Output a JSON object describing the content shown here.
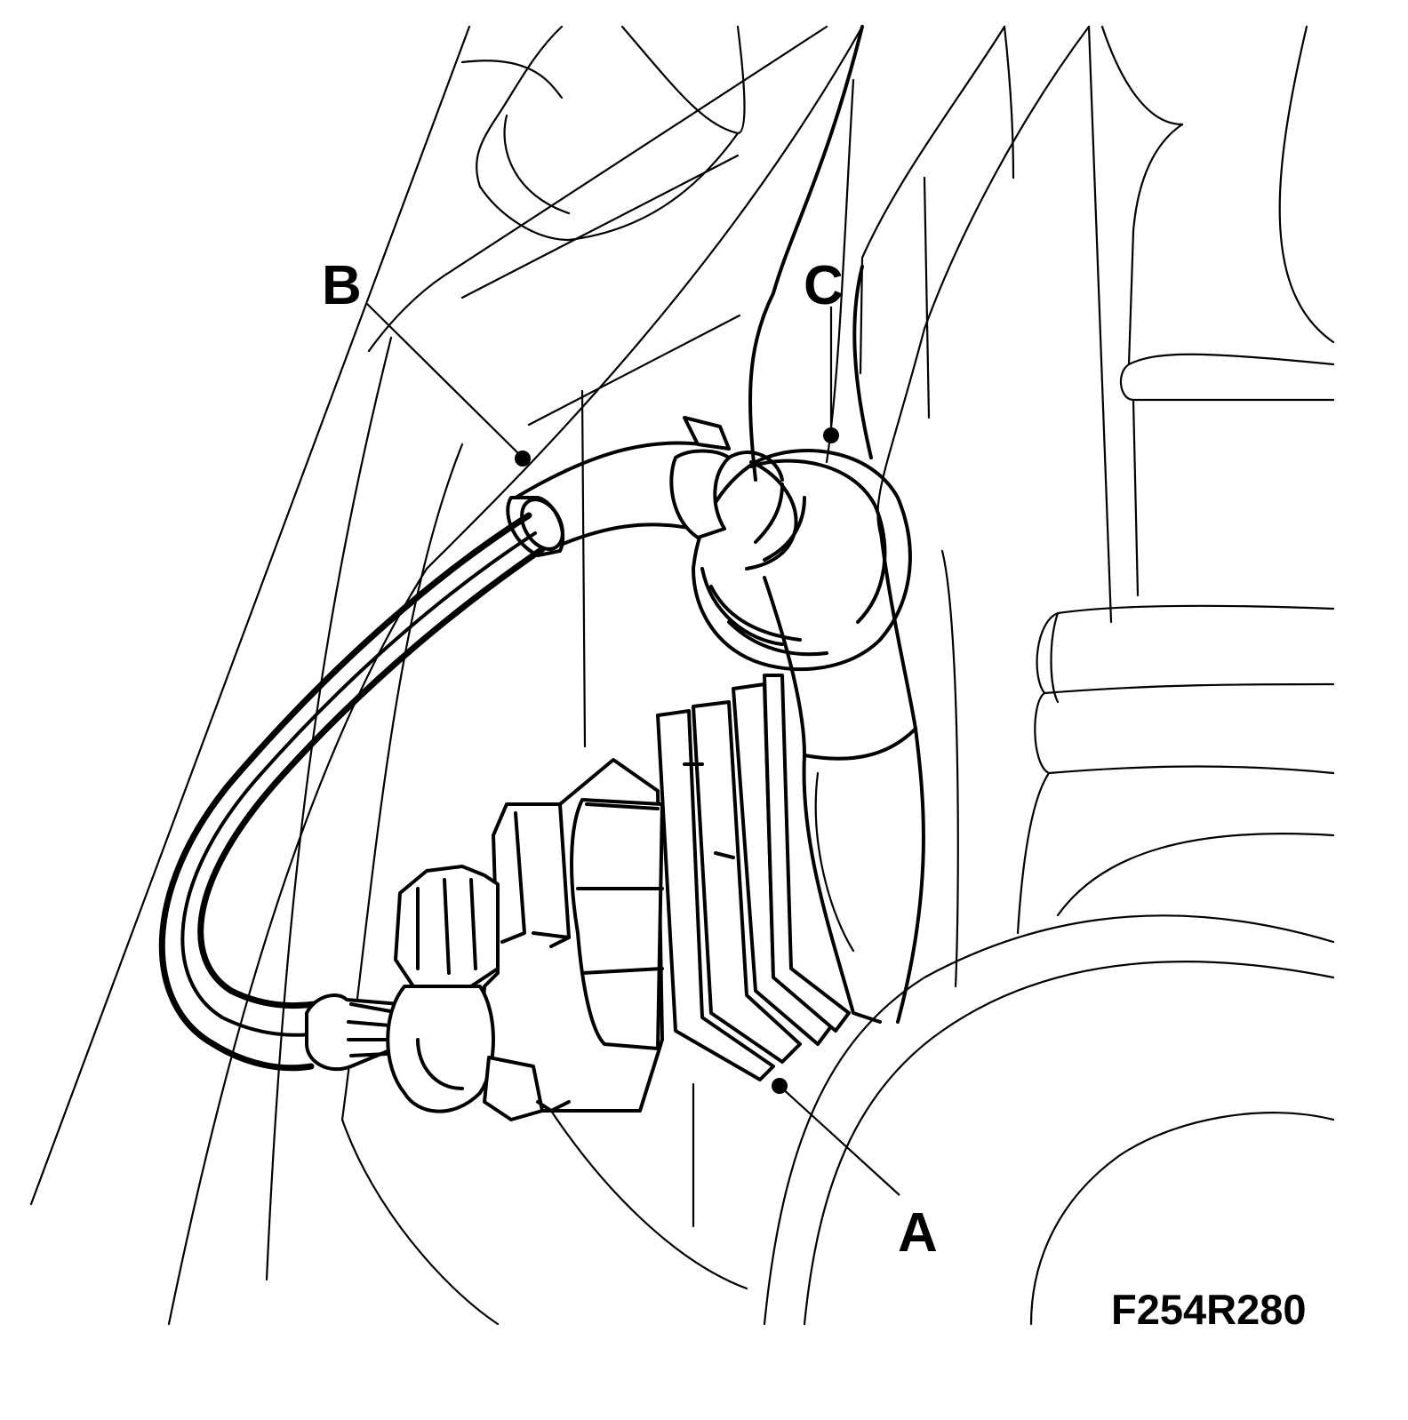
{
  "callouts": {
    "a": "A",
    "b": "B",
    "c": "C"
  },
  "figure_id": "F254R280"
}
